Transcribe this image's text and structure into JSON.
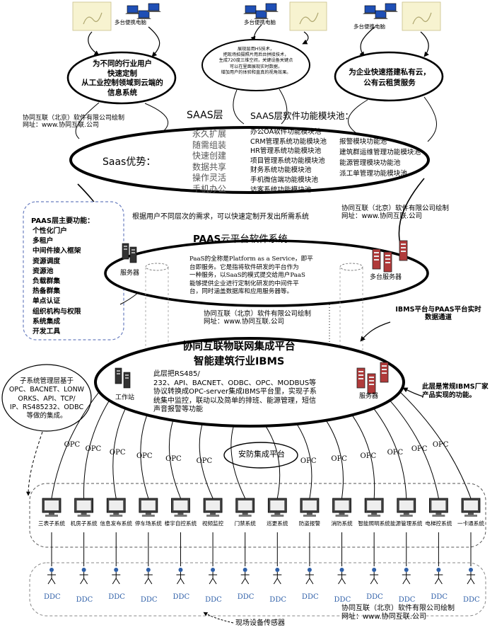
{
  "top": {
    "laptop_label": "多台便携电脑",
    "ellipse_left": "为不同的行业用户\n快速定制\n从工业控制领域到云端的\n信息系统",
    "ellipse_mid": "展现层用H5技术，\n把现场拍摄照片用后台拼接技术，\n生成720度三维空间，关键设备关键点\n可以在里面展现实时数据，\n增加用户的体验和直真的视角效果。",
    "ellipse_right": "为企业快速搭建私有云，\n公有云租赁服务",
    "credit_left": "协同互联（北京）软件有限公司绘制\n网址：www.协同互联.公司"
  },
  "saas": {
    "layer_title": "SAAS层",
    "pool_title": "SAAS层软件功能模块池：",
    "advantage_label": "Saas优势：",
    "advantages": [
      "永久扩展",
      "随需组装",
      "快速创建",
      "数据共享",
      "操作灵活",
      "手机办公"
    ],
    "modules_col1": [
      "办公OA软件功能模块池",
      "CRM管理系统功能模块池",
      "HR管理系统功能模块池",
      "项目管理系统功能模块池",
      "财务系统功能模块池",
      "手机微信端功能模块池",
      "访客系统功能模块池"
    ],
    "modules_col2": [
      "报警模块功能池",
      "建筑群运维管理功能模块池",
      "能源管理模块功能池",
      "派工单管理功能模块池"
    ],
    "custom_note": "根据用户不同层次的需求，可以快速定制开发出所需系统",
    "credit_right": "协同互联（北京）软件有限公司绘制\n网址：www.协同互联.公司"
  },
  "paas": {
    "features_title": "PAAS层主要功能：",
    "features": [
      "个性化门户",
      "多租户",
      "中间件接入框架",
      "资源调度",
      "资源池",
      "负载群集",
      "热备群集",
      "单点认证",
      "组织机构与权限",
      "系统集成",
      "开发工具"
    ],
    "title_bold": "PAAS",
    "title_rest": "云平台软件系统",
    "description": "PaaS的全称是Platform as a Service，即平\n台即服务。它是指将软件研发的平台作为\n一种服务，以SaaS的模式提交给用户PaaS\n能够提供企业进行定制化研发的中间件平\n台，同时涵盖数据库和应用服务器等。",
    "server_left_label": "服务器",
    "server_right_label": "多台服务器",
    "credit": "协同互联（北京）软件有限公司绘制\n网址：www.协同互联.公司",
    "channel_note": "IBMS平台与PAAS平台实时\n数据通道"
  },
  "ibms": {
    "title1": "协同互联物联网集成平台",
    "title2": "智能建筑行业IBMS",
    "description": "此层把RS485/\n232、API、BACNET、ODBC、OPC、MODBUS等\n协议转换成OPC-server集成IBMS平台里，实现子系\n统集中监控，联动以及简单的排班、能源管理，短信\n声音报警等功能",
    "workstation_label": "工作站",
    "server_label": "服务器",
    "left_note": "子系统管理层基于\nOPC、BACNET、LONW\nORKS、API、TCP/\nIP、RS485232、ODBC\n等做的集成。",
    "right_note": "此层是常规IBMS厂家\n产品实现的功能。"
  },
  "field": {
    "opc_label": "OPC",
    "security_platform": "安防集成平台",
    "subsystems": [
      "三表子系统",
      "机房子系统",
      "信息发布系统",
      "停车场系统",
      "楼宇自控系统",
      "视频监控",
      "门禁系统",
      "巡更系统",
      "防盗报警",
      "消防系统",
      "智能照明系统",
      "能源管理系统",
      "电梯控系统",
      "一卡通系统"
    ],
    "ddc_label": "DDC",
    "sensor_label": "现场设备传感器",
    "credit": "协同互联（北京）软件有限公司绘制\n网址：www.协同互联.公司"
  },
  "colors": {
    "ellipse_stroke": "#000000",
    "ddc_blue": "#2e5fa8",
    "server_red": "#b03a3a",
    "laptop_blue": "#1f4fb5",
    "dashed": "#888888"
  }
}
